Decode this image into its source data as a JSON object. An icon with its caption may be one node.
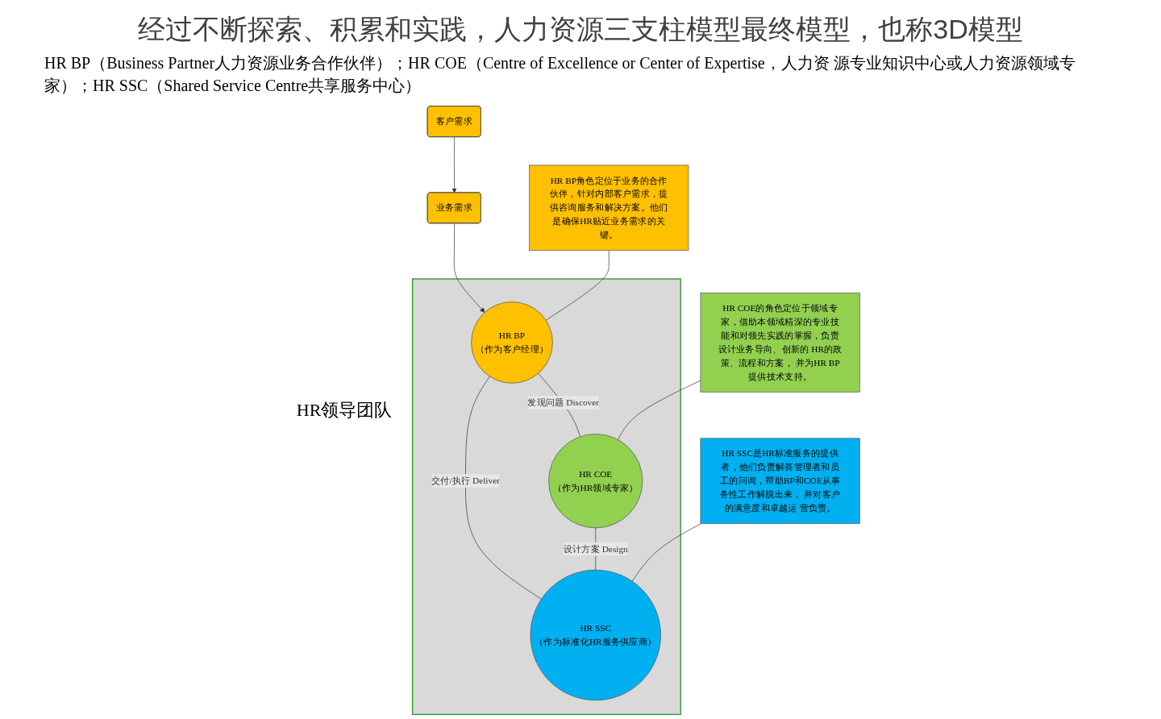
{
  "diagram": {
    "title": "经过不断探索、积累和实践，人力资源三支柱模型最终模型，也称3D模型",
    "nodes": [
      {
        "text": [
          "客户需求"
        ]
      },
      {
        "text": [
          "业务需求"
        ]
      },
      {
        "text": [],
        "shape": "box"
      },
      {
        "text": [
          "HR BP",
          "（作为客户经理）"
        ],
        "in": 2
      },
      {
        "text": [
          "HR COE",
          "（作为HR领域专家）"
        ],
        "in": 2
      },
      {
        "text": [
          "HR SSC",
          "（作为标准化HR服务供应商）"
        ],
        "in": 2
      },
      {
        "text": [
          "HR BP角色定位于业务的合作伙伴，针对内部客户需求，提供咨询服务和解决方案。他们是确保HR贴近业务需求的关键。"
        ]
      },
      {
        "text": [
          "HR COE的角色定位于领域专家，借助本领域精深的专业技能和对领先实践的掌握，负责设计业务导向、创新的 HR的政策、流程和方案， 并为HR BP提供技术支持。"
        ]
      },
      {
        "text": [
          "HR SSC是HR标准服务的提供者，他们负责解答管理者和员工的问询，帮助BP和COE从事务性工作解脱出来， 并对客户的满意度和卓越运 营负责。"
        ]
      }
    ],
    "edges": [
      {
        "from": 0,
        "to": 1,
        "arrow": "to"
      },
      {
        "from": 1,
        "to": 3,
        "arrow": "to"
      },
      {
        "from": 3,
        "to": 4,
        "arrow": "none",
        "label": "发现问题 Discover"
      },
      {
        "from": 3,
        "to": 5,
        "arrow": "none",
        "label": "交付/执行 Deliver"
      },
      {
        "from": 4,
        "to": 5,
        "arrow": "none",
        "label": "设计方案 Design"
      },
      {
        "from": 6,
        "to": 3,
        "arrow": "none"
      },
      {
        "from": 7,
        "to": 4,
        "arrow": "none"
      },
      {
        "from": 8,
        "to": 5,
        "arrow": "none"
      }
    ],
    "labels": [
      "HR BP（Business Partner人力资源业务合作伙伴）；HR COE（Centre of Excellence or Center of Expertise，人力资 源专业知识中心或人力资源领域专家）；HR SSC（Shared Service Centre共享服务中心）",
      "HR领导团队"
    ]
  }
}
